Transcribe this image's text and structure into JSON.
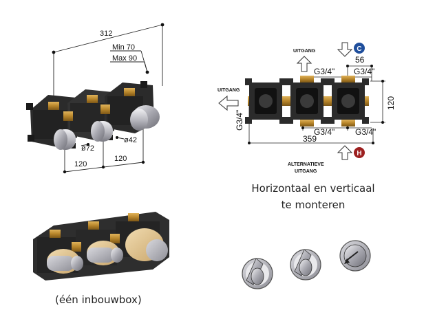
{
  "captions": {
    "single_box": "(één inbouwbox)",
    "mount_line1": "Horizontaal en verticaal",
    "mount_line2": "te monteren"
  },
  "left_diagram": {
    "overall_width": "312",
    "depth_min": "Min 70",
    "depth_max": "Max 90",
    "knob_diameter": "ø72",
    "rosette_diameter": "ø42",
    "spacing_1": "120",
    "spacing_2": "120"
  },
  "right_diagram": {
    "top_outlet": "UITGANG",
    "left_outlet": "UITGANG",
    "alt_outlet_line1": "ALTERNATIEVE",
    "alt_outlet_line2": "UITGANG",
    "cold_badge": "C",
    "hot_badge": "H",
    "thread_top_left": "G3/4\"",
    "thread_top_right": "G3/4\"",
    "thread_bottom_left": "G3/4\"",
    "thread_bottom_right": "G3/4\"",
    "thread_side": "G3/4\"",
    "dim_56": "56",
    "dim_height": "120",
    "dim_width": "359"
  },
  "colors": {
    "cold": "#1f4e9c",
    "hot": "#9c1f1f",
    "brass": "#b8862b",
    "box_dark": "#2b2b2b",
    "chrome": "#c9c9cf"
  }
}
